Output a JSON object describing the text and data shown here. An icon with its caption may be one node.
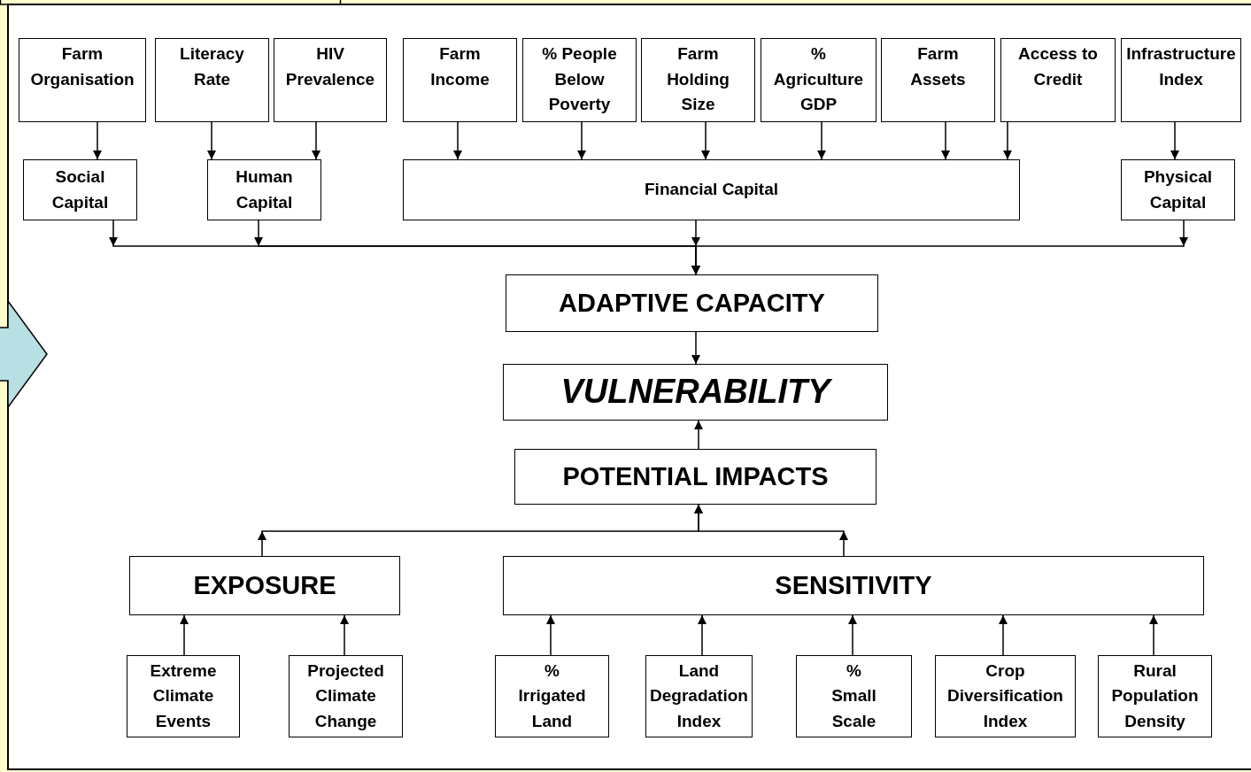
{
  "diagram": {
    "nodes": [
      {
        "text": [
          "Farm Organisation"
        ]
      },
      {
        "text": [
          "Literacy Rate"
        ]
      },
      {
        "text": [
          "HIV Prevalence"
        ]
      },
      {
        "text": [
          "Farm Income"
        ]
      },
      {
        "text": [
          "% People Below Poverty"
        ]
      },
      {
        "text": [
          "Farm Holding Size"
        ]
      },
      {
        "text": [
          "% Agriculture GDP"
        ]
      },
      {
        "text": [
          "Farm Assets"
        ]
      },
      {
        "text": [
          "Access to Credit"
        ]
      },
      {
        "text": [
          "Infrastructure Index"
        ]
      },
      {
        "text": [
          "Social Capital"
        ]
      },
      {
        "text": [
          "Human Capital"
        ]
      },
      {
        "text": [
          "Financial Capital"
        ]
      },
      {
        "text": [
          "Physical Capital"
        ]
      },
      {
        "text": [
          "ADAPTIVE CAPACITY"
        ]
      },
      {
        "text": [
          "VULNERABILITY"
        ]
      },
      {
        "text": [
          "POTENTIAL IMPACTS"
        ]
      },
      {
        "text": [
          "EXPOSURE"
        ]
      },
      {
        "text": [
          "SENSITIVITY"
        ]
      },
      {
        "text": [
          "Extreme Climate Events"
        ]
      },
      {
        "text": [
          "Projected Climate Change"
        ]
      },
      {
        "text": [
          "% Irrigated Land"
        ]
      },
      {
        "text": [
          "Land Degradation Index"
        ]
      },
      {
        "text": [
          "% Small Scale"
        ]
      },
      {
        "text": [
          "Crop Diversification Index"
        ]
      },
      {
        "text": [
          "Rural Population Density"
        ]
      }
    ],
    "edges": [
      {
        "from": 0,
        "to": 10,
        "arrow": "to"
      },
      {
        "from": 1,
        "to": 11,
        "arrow": "to"
      },
      {
        "from": 2,
        "to": 11,
        "arrow": "to"
      },
      {
        "from": 3,
        "to": 12,
        "arrow": "to"
      },
      {
        "from": 4,
        "to": 12,
        "arrow": "to"
      },
      {
        "from": 5,
        "to": 12,
        "arrow": "to"
      },
      {
        "from": 6,
        "to": 12,
        "arrow": "to"
      },
      {
        "from": 7,
        "to": 12,
        "arrow": "to"
      },
      {
        "from": 8,
        "to": 12,
        "arrow": "to"
      },
      {
        "from": 9,
        "to": 13,
        "arrow": "to"
      },
      {
        "from": 10,
        "to": 14,
        "arrow": "to"
      },
      {
        "from": 11,
        "to": 14,
        "arrow": "to"
      },
      {
        "from": 12,
        "to": 14,
        "arrow": "to"
      },
      {
        "from": 13,
        "to": 14,
        "arrow": "to"
      },
      {
        "from": 14,
        "to": 15,
        "arrow": "to"
      },
      {
        "from": 16,
        "to": 15,
        "arrow": "to"
      },
      {
        "from": 17,
        "to": 16,
        "arrow": "to"
      },
      {
        "from": 18,
        "to": 16,
        "arrow": "to"
      },
      {
        "from": 19,
        "to": 17,
        "arrow": "to"
      },
      {
        "from": 20,
        "to": 17,
        "arrow": "to"
      },
      {
        "from": 21,
        "to": 18,
        "arrow": "to"
      },
      {
        "from": 22,
        "to": 18,
        "arrow": "to"
      },
      {
        "from": 23,
        "to": 18,
        "arrow": "to"
      },
      {
        "from": 24,
        "to": 18,
        "arrow": "to"
      },
      {
        "from": 25,
        "to": 18,
        "arrow": "to"
      }
    ]
  }
}
